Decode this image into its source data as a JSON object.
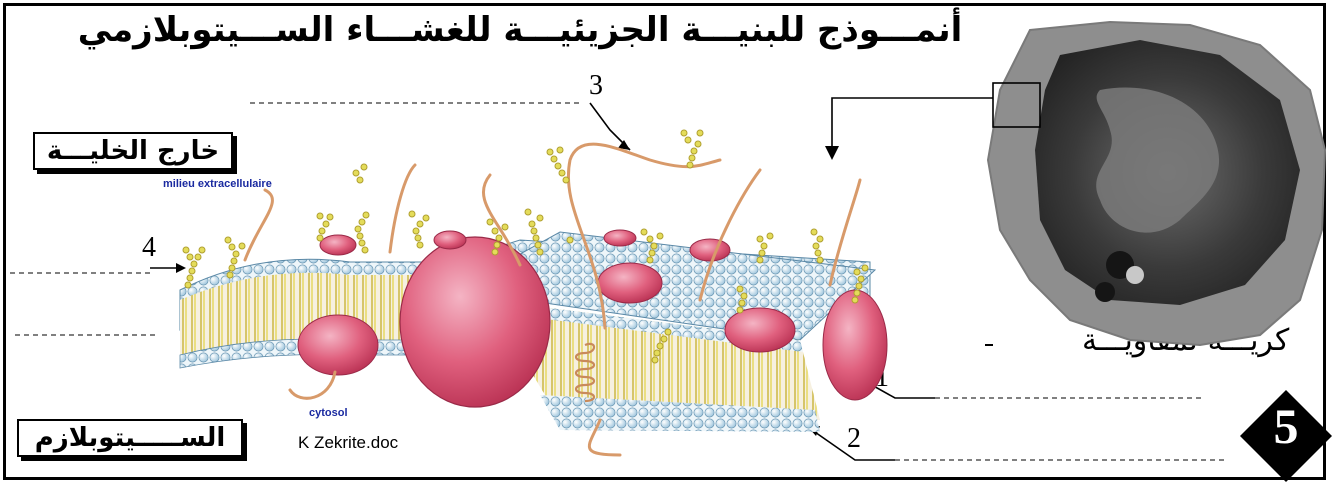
{
  "title": "أنمـــوذج للبنيـــة الجزيئيـــة للغشـــاء الســـيتوبلازمي",
  "labels": {
    "outside_cell": "خارج الخليـــة",
    "outside_cell_fr": "milieu extracellulaire",
    "cytoplasm": "الســـــيتوبلازم",
    "cytosol_fr": "cytosol",
    "cell_caption": "كريـــة لمفاويـــة"
  },
  "numbers": {
    "n1": "1",
    "n2": "2",
    "n3": "3",
    "n4": "4"
  },
  "credit": "K Zekrite.doc",
  "badge": "5",
  "colors": {
    "protein": "#d94a6a",
    "lipid_head": "#b8d8ea",
    "lipid_tail": "#e8d84a",
    "glyco": "#d8c84a",
    "nucleus": "#2e2e2e",
    "cytoplasm_em": "#8c8c8c"
  }
}
